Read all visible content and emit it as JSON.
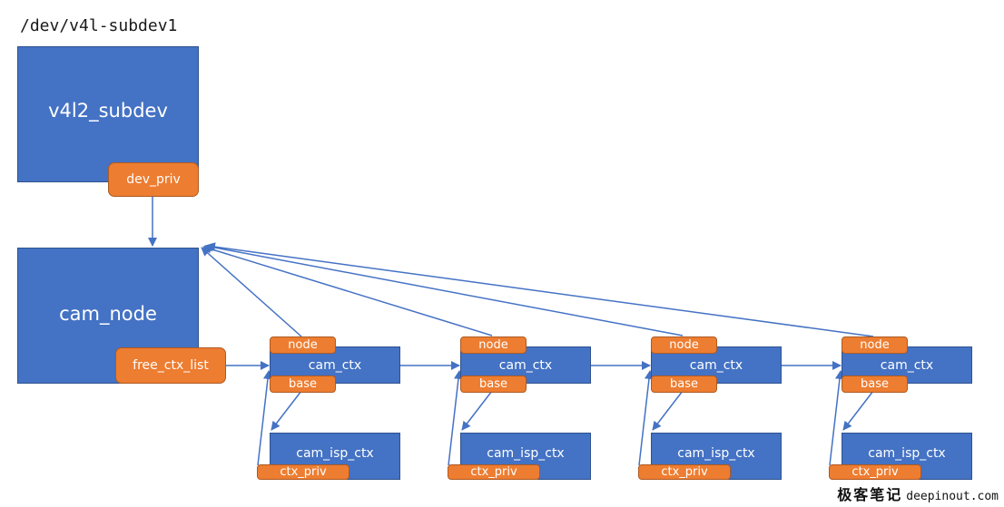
{
  "device_path": "/dev/v4l-subdev1",
  "subdev": {
    "label": "v4l2_subdev",
    "field": "dev_priv"
  },
  "node": {
    "label": "cam_node",
    "field": "free_ctx_list"
  },
  "contexts": [
    {
      "label": "cam_ctx",
      "node_field": "node",
      "base_field": "base",
      "isp_label": "cam_isp_ctx",
      "priv_field": "ctx_priv"
    },
    {
      "label": "cam_ctx",
      "node_field": "node",
      "base_field": "base",
      "isp_label": "cam_isp_ctx",
      "priv_field": "ctx_priv"
    },
    {
      "label": "cam_ctx",
      "node_field": "node",
      "base_field": "base",
      "isp_label": "cam_isp_ctx",
      "priv_field": "ctx_priv"
    },
    {
      "label": "cam_ctx",
      "node_field": "node",
      "base_field": "base",
      "isp_label": "cam_isp_ctx",
      "priv_field": "ctx_priv"
    }
  ],
  "colors": {
    "struct_fill": "#4472c4",
    "field_fill": "#ed7d31",
    "arrow": "#4472c4"
  },
  "watermark": {
    "chinese": "极客笔记",
    "url": "deepinout.com"
  }
}
